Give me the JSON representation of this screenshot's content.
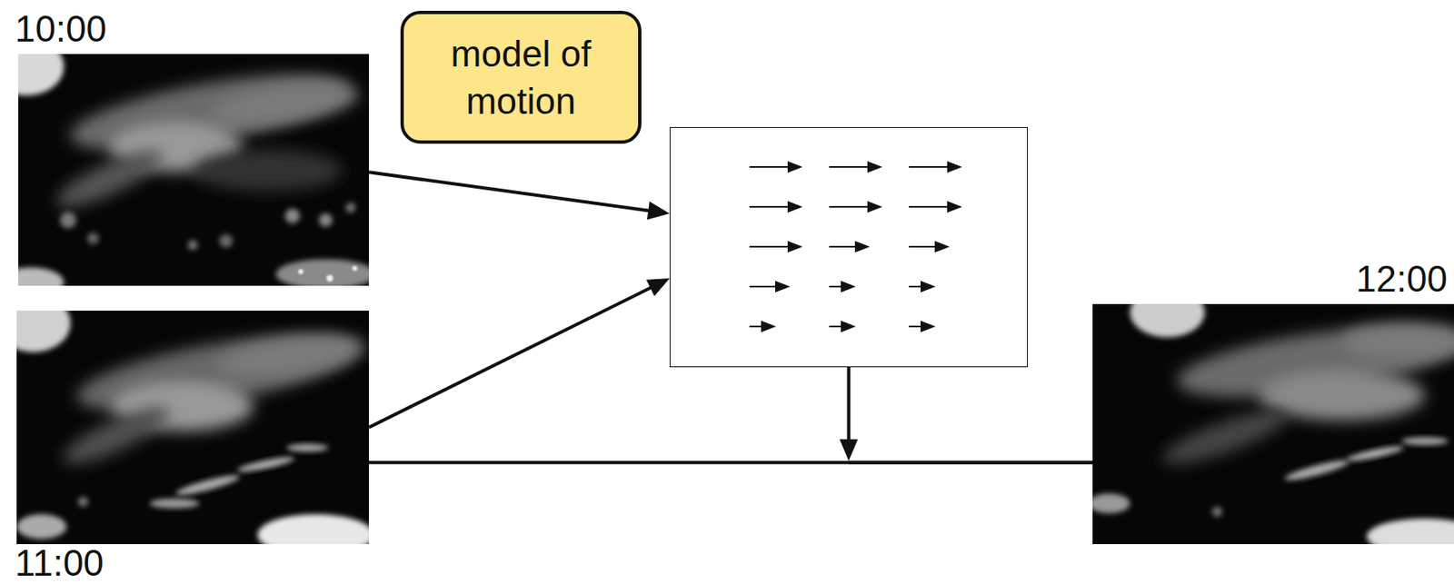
{
  "diagram": {
    "nodes": [
      {
        "text": [
          "10:00"
        ]
      },
      {
        "text": [
          "model of motion"
        ]
      },
      {
        "text": []
      },
      {
        "text": [
          "11:00"
        ]
      },
      {
        "text": [
          "12:00"
        ]
      }
    ],
    "edges": [
      {
        "from": 0,
        "to": 2,
        "arrow": "to"
      },
      {
        "from": 3,
        "to": 2,
        "arrow": "to"
      },
      {
        "from": 3,
        "to": 4,
        "arrow": "none"
      },
      {
        "from": 2,
        "to": 4,
        "arrow": "to"
      }
    ]
  }
}
